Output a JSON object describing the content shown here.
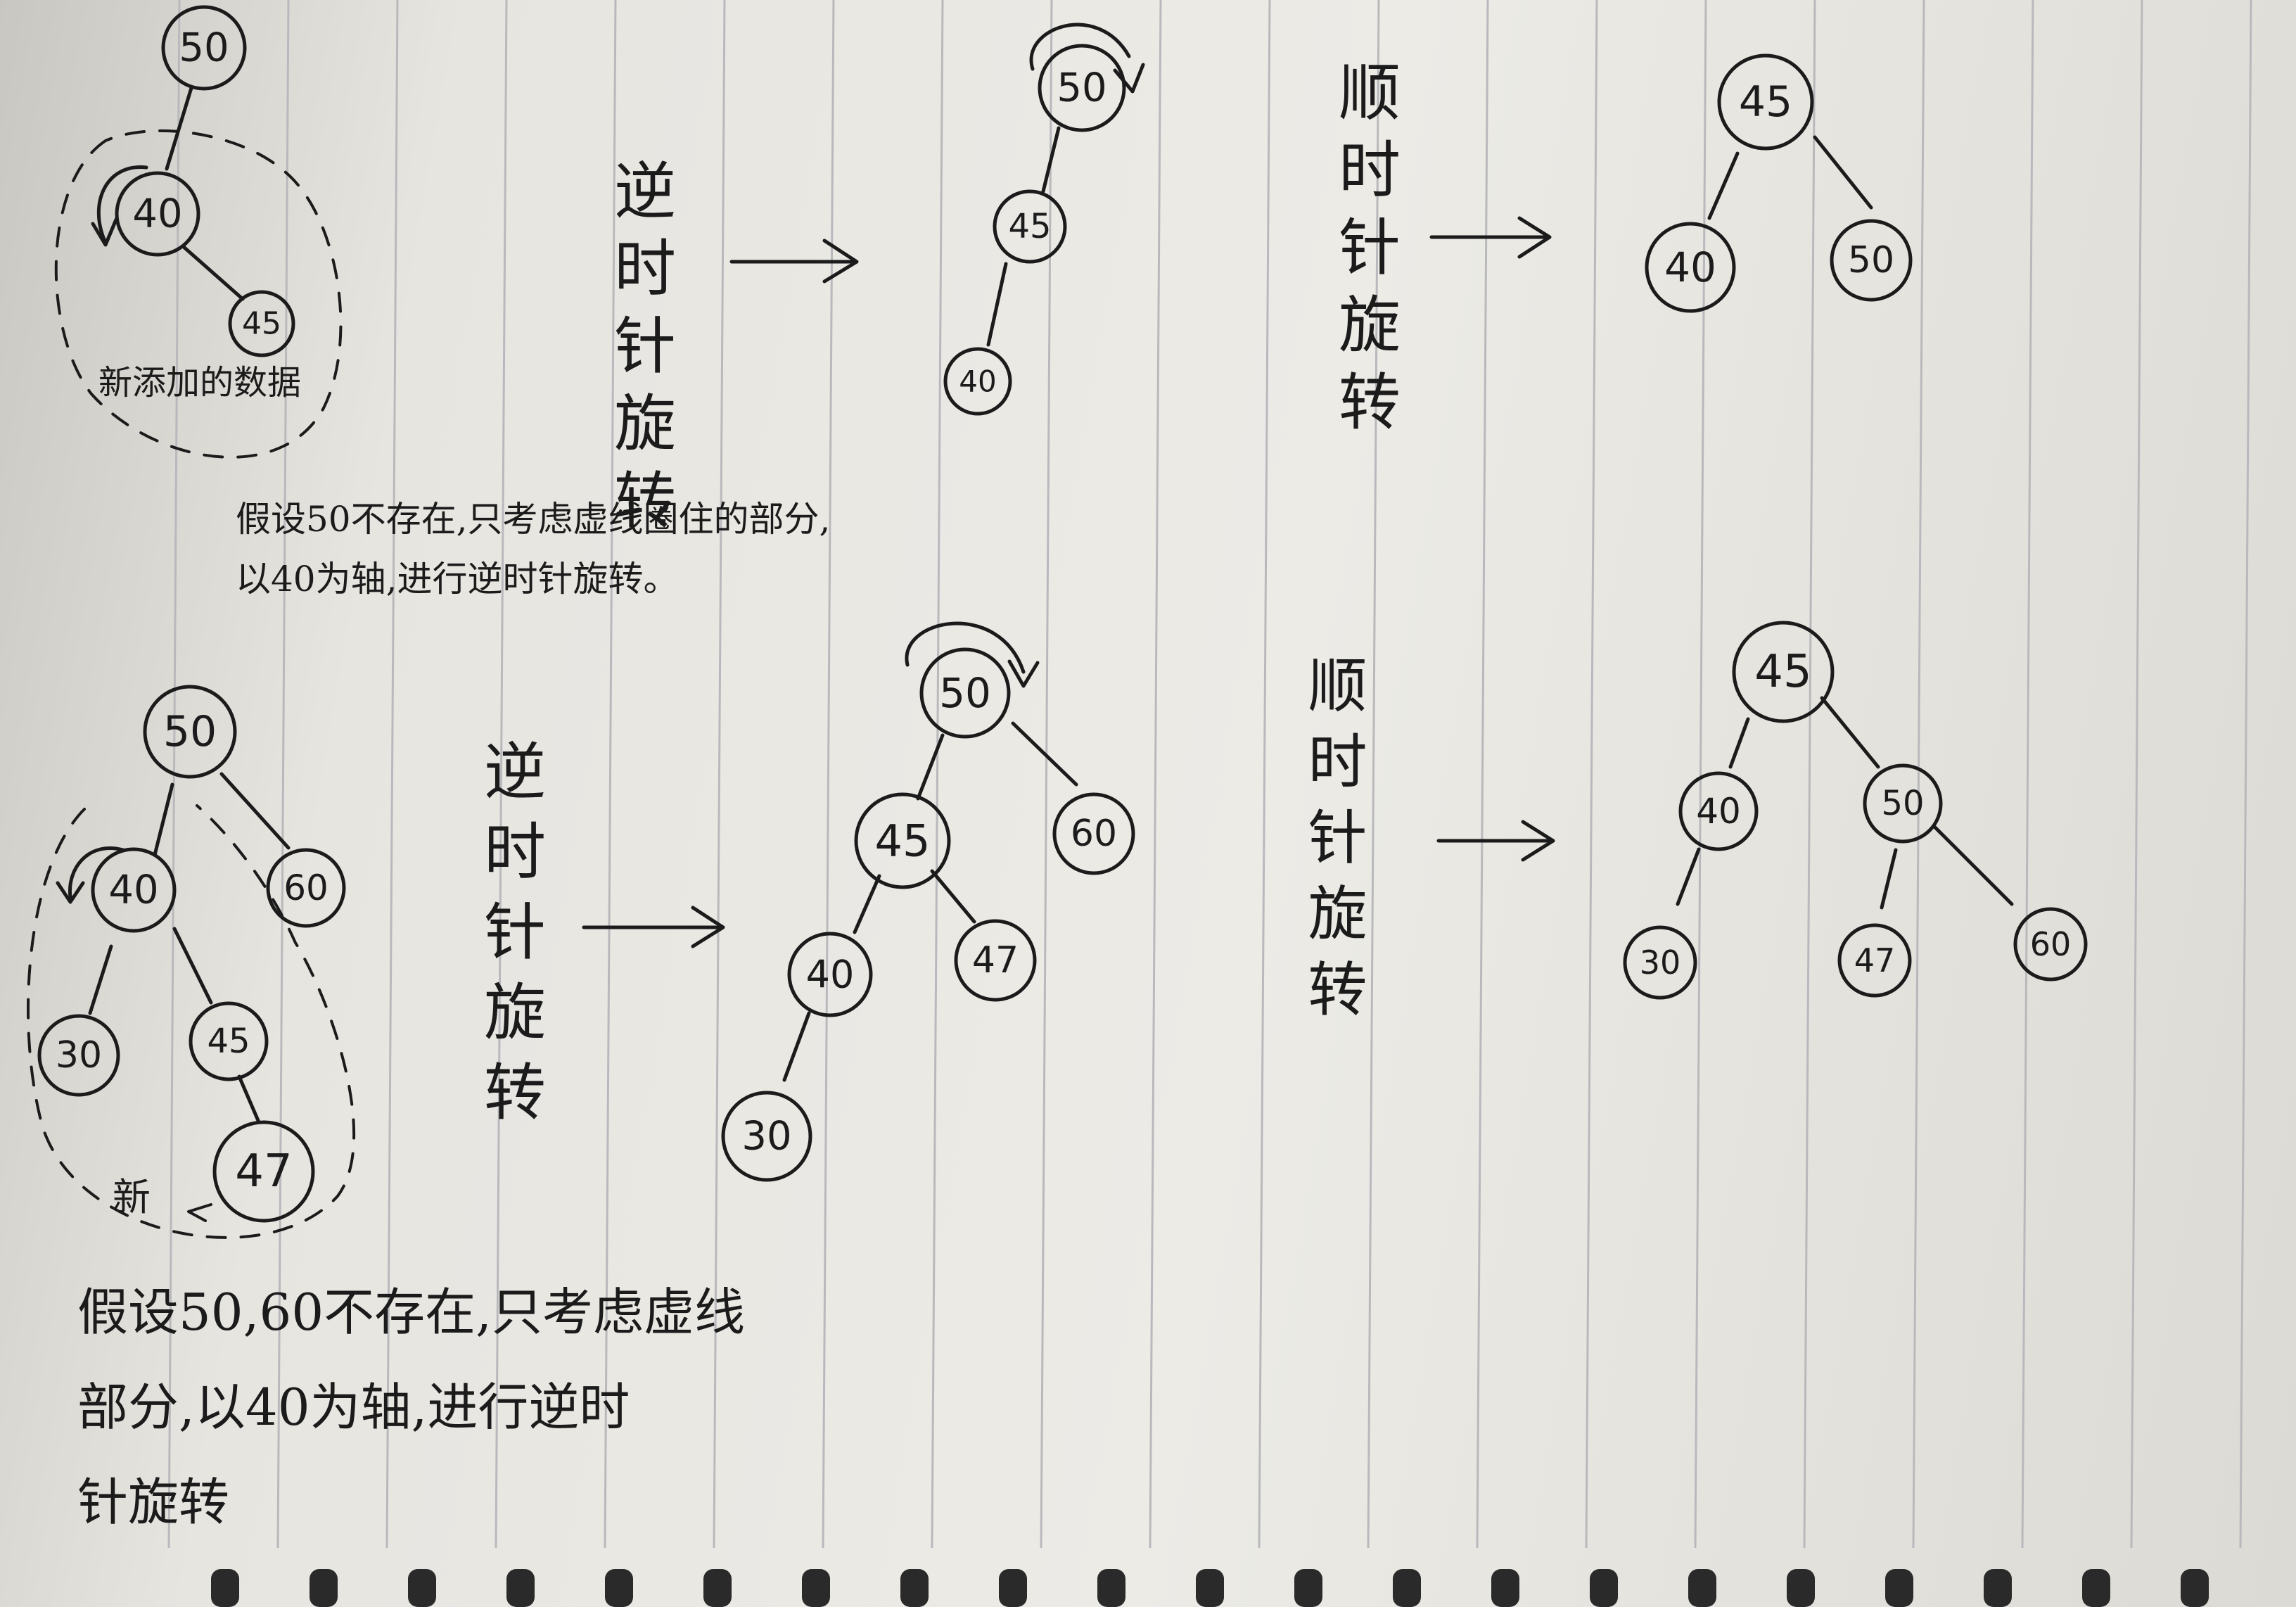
{
  "colors": {
    "ink": "#1b1b1b",
    "paper": "#ecebe6",
    "rule": "#b9b9bd"
  },
  "top_example": {
    "initial_tree": [
      "50",
      "40",
      "45"
    ],
    "new_data_label": "新添加的数据",
    "step1_label": "逆时针旋转",
    "tree_after_step1": [
      "50",
      "45",
      "40"
    ],
    "step2_label": "顺时针旋转",
    "final_tree": [
      "45",
      "40",
      "50"
    ],
    "note_line1": "假设50不存在,只考虑虚线圈住的部分,",
    "note_line2": "以40为轴,进行逆时针旋转。"
  },
  "bottom_example": {
    "initial_tree": [
      "50",
      "40",
      "60",
      "30",
      "45",
      "47"
    ],
    "new_label": "新",
    "step1_label": "逆时针旋转",
    "tree_after_step1": [
      "50",
      "45",
      "60",
      "40",
      "47",
      "30"
    ],
    "step2_label": "顺时针旋转",
    "final_tree": [
      "45",
      "40",
      "50",
      "30",
      "47",
      "60"
    ],
    "note_line1": "假设50,60不存在,只考虑虚线",
    "note_line2": "部分,以40为轴,进行逆时",
    "note_line3": "针旋转"
  }
}
